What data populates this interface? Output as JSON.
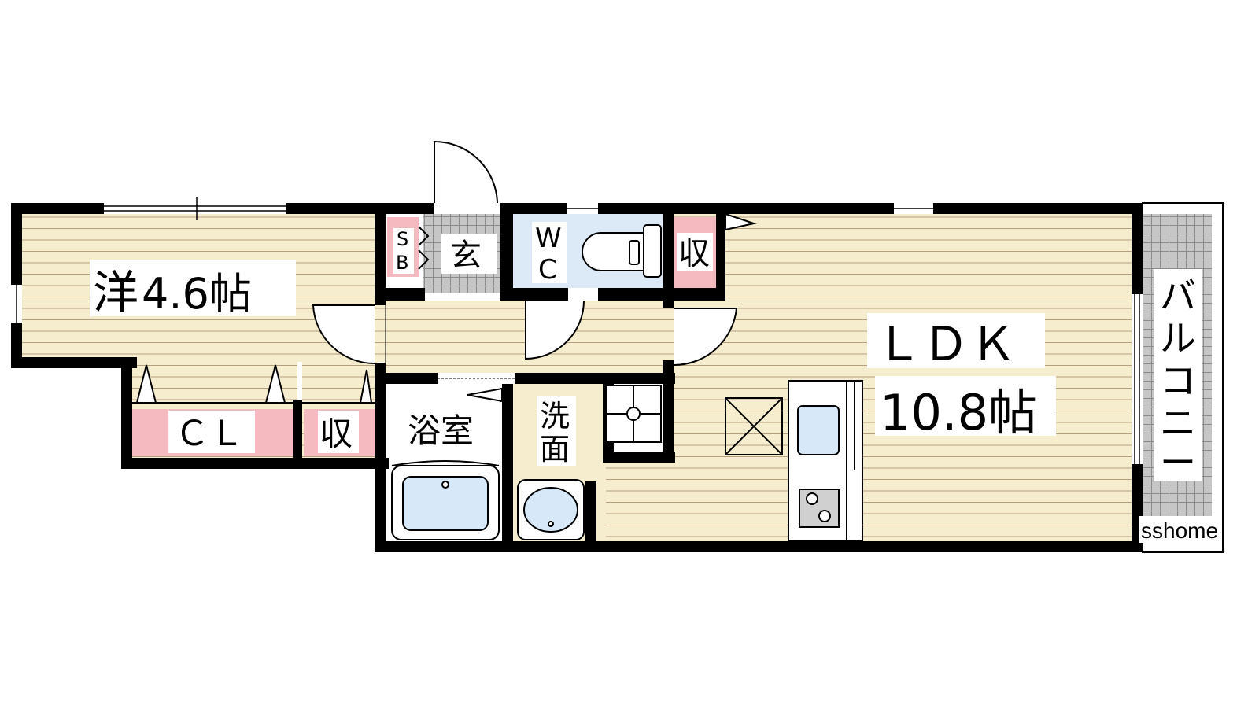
{
  "floorplan": {
    "rooms": {
      "western_room": {
        "name": "洋",
        "size": "4.6帖"
      },
      "ldk": {
        "name": "ＬＤＫ",
        "size": "10.8帖"
      },
      "entrance": "玄",
      "shoe_box": [
        "S",
        "B"
      ],
      "toilet": [
        "W",
        "C"
      ],
      "storage_ldk": "収",
      "storage_west": "収",
      "closet": "ＣＬ",
      "bathroom": "浴室",
      "washroom": [
        "洗",
        "面"
      ],
      "balcony": [
        "バ",
        "ル",
        "コ",
        "ニ",
        "ー"
      ]
    },
    "watermark": "sshome",
    "colors": {
      "floor": "#f6edce",
      "floor_lines": "#b59f7c",
      "wall": "#000000",
      "storage": "#f5b9c0",
      "toilet_floor": "#dceaf8",
      "bath_fixture": "#d7e8f9",
      "tile": "#a9a9a9",
      "label_bg": "#ffffff"
    }
  }
}
